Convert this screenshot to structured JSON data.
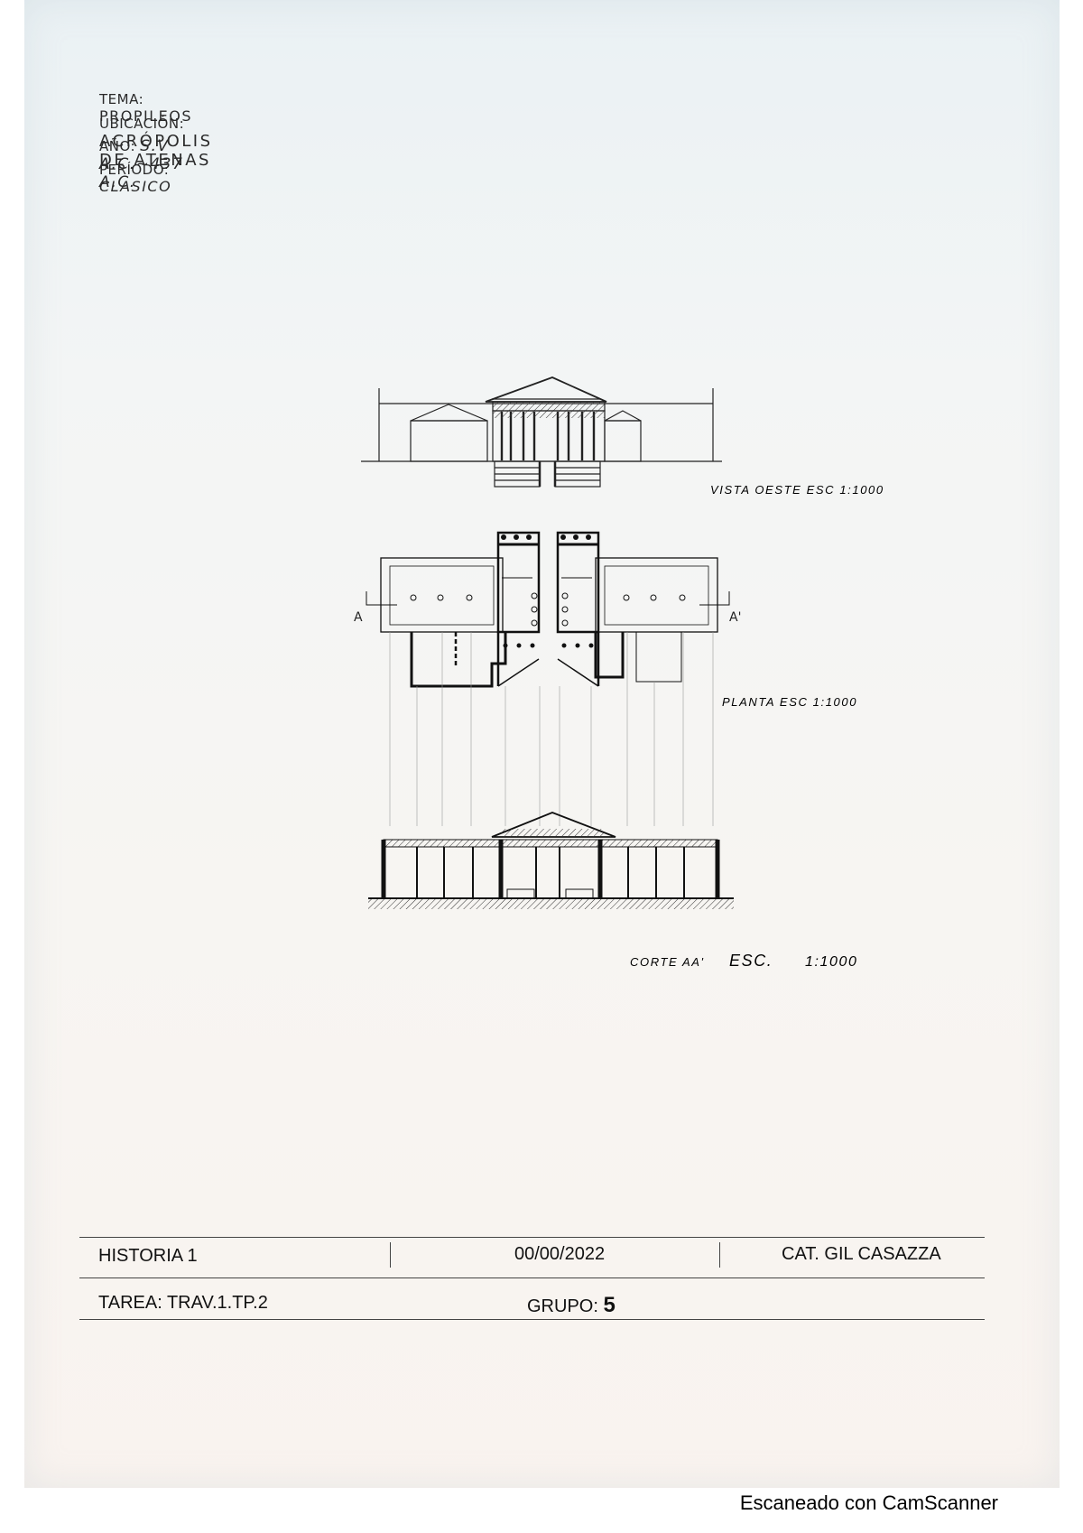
{
  "header_notes": {
    "tema_label": "TEMA:",
    "tema_value": "PROPILEOS",
    "ubicacion_label": "UBICACIÓN:",
    "ubicacion_value": "ACRÓPOLIS DE ATENAS",
    "anio_label": "AÑO:",
    "anio_value": "S.Ⅴ A.C.~437 A.C.",
    "periodo_label": "PERÍODO:",
    "periodo_value": "CLASICO"
  },
  "drawings": {
    "elevation_caption": "VISTA OESTE ESC 1:1000",
    "plan_caption": "PLANTA ESC 1:1000",
    "section_caption_a": "CORTE AA'",
    "section_caption_b": "ESC.",
    "section_caption_c": "1:1000",
    "section_mark_left": "A",
    "section_mark_right": "A'"
  },
  "title_block": {
    "subject": "HISTORIA 1",
    "date": "00/00/2022",
    "chair": "CAT. GIL CASAZZA",
    "task": "TAREA: TRAV.1.TP.2",
    "group_label": "GRUPO:",
    "group_number": "5"
  },
  "footer": {
    "scanner_note": "Escaneado con CamScanner"
  }
}
